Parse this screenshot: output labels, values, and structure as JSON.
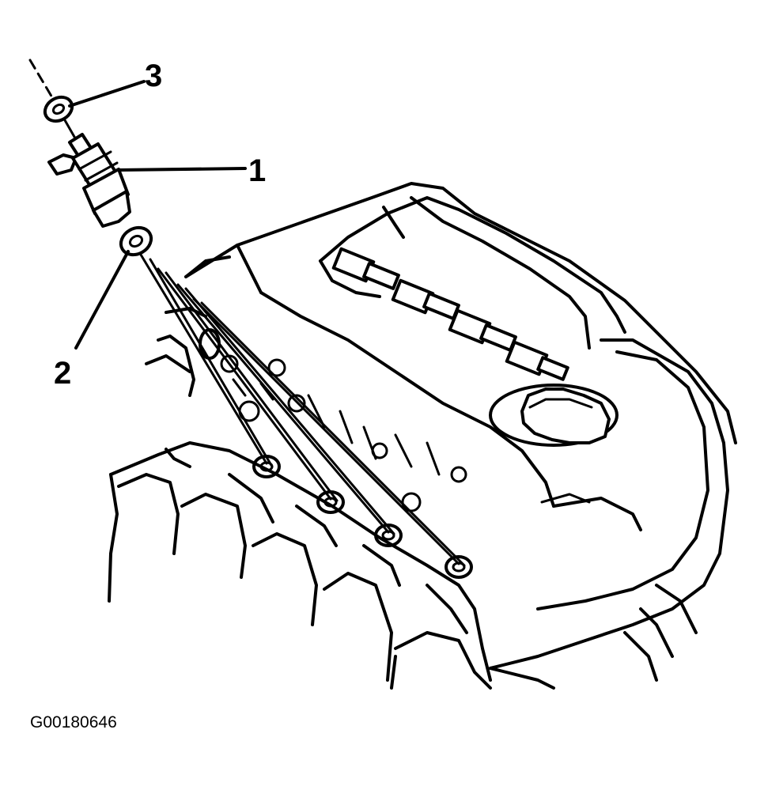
{
  "diagram": {
    "callouts": [
      {
        "id": "1",
        "label": "1",
        "part": "glow-plug"
      },
      {
        "id": "2",
        "label": "2",
        "part": "lower-gasket"
      },
      {
        "id": "3",
        "label": "3",
        "part": "retaining-nut"
      }
    ],
    "figure_id": "G00180646",
    "colors": {
      "line": "#000000",
      "background": "#ffffff"
    }
  }
}
